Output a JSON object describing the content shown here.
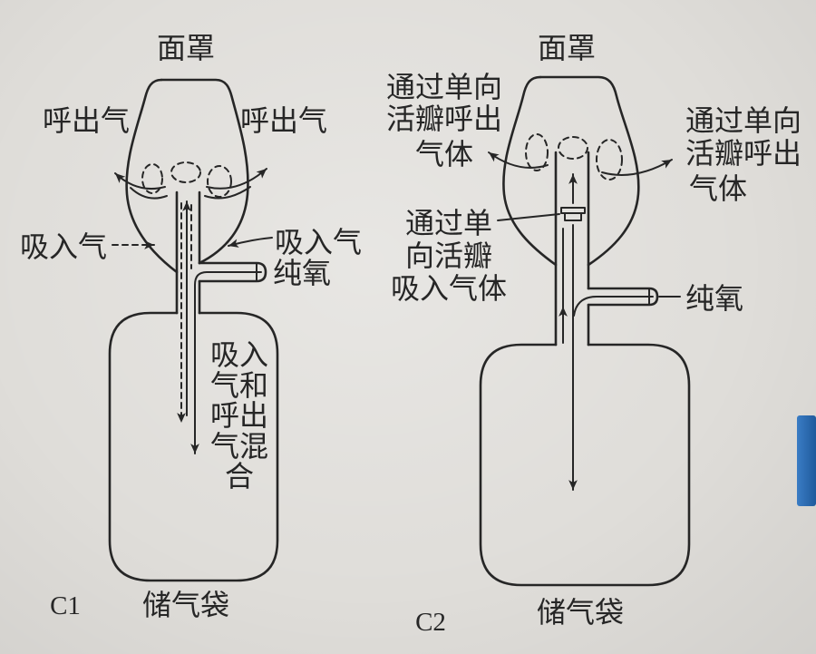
{
  "colors": {
    "ink": "#262626",
    "paper": "#dfddd9",
    "edge_blue": "#2e6cb4"
  },
  "c1": {
    "mask_label": "面罩",
    "exhale_left": "呼出气",
    "exhale_right": "呼出气",
    "inhale_left": "吸入气",
    "inhale_right": "吸入气",
    "oxygen_label": "纯氧",
    "mixed_lines": [
      "吸入",
      "气和",
      "呼出",
      "气混",
      "合"
    ],
    "bag_label": "储气袋",
    "figure_label": "C1"
  },
  "c2": {
    "mask_label": "面罩",
    "exhale_left_lines": [
      "通过单向",
      "活瓣呼出",
      "气体"
    ],
    "exhale_right_lines": [
      "通过单向",
      "活瓣呼出",
      "气体"
    ],
    "inhale_lines": [
      "通过单",
      "向活瓣",
      "吸入气体"
    ],
    "oxygen_label": "纯氧",
    "bag_label": "储气袋",
    "figure_label": "C2"
  }
}
